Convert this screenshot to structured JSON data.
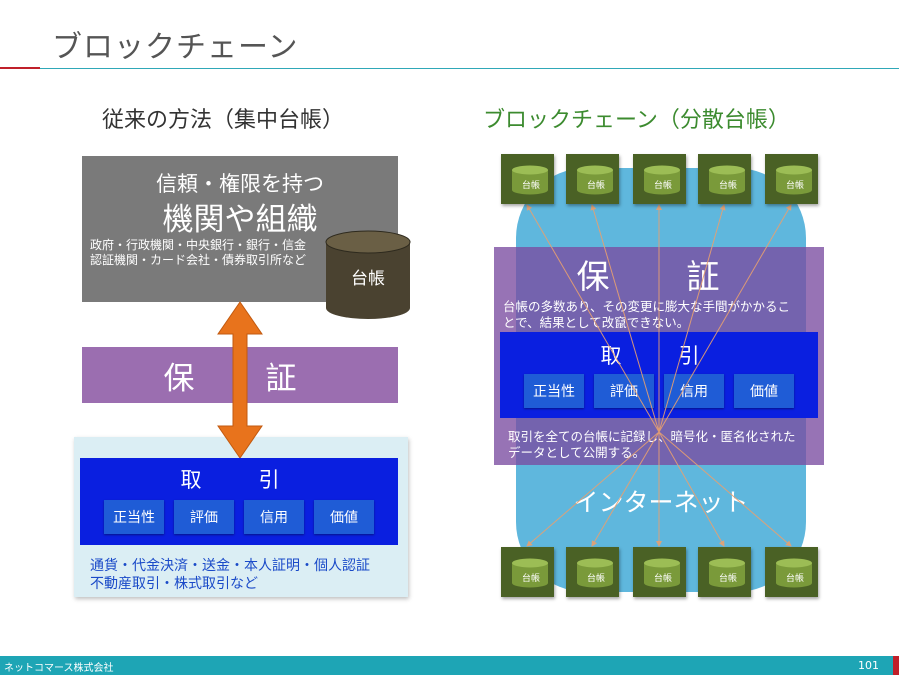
{
  "title": "ブロックチェーン",
  "left": {
    "heading": "従来の方法（集中台帳）",
    "authority": {
      "line1": "信頼・権限を持つ",
      "line2": "機関や組織",
      "line3": "政府・行政機関・中央銀行・銀行・信金",
      "line4": "認証機関・カード会社・債券取引所など"
    },
    "ledger_label": "台帳",
    "guarantee": "保　証",
    "transaction": {
      "title": "取　引",
      "items": [
        "正当性",
        "評価",
        "信用",
        "価値"
      ]
    },
    "bottom_line1": "通貨・代金決済・送金・本人証明・個人認証",
    "bottom_line2": "不動産取引・株式取引など"
  },
  "right": {
    "heading": "ブロックチェーン（分散台帳）",
    "ledger_label": "台帳",
    "guarantee": "保　証",
    "guarantee_desc1": "台帳の多数あり、その変更に膨大な手間がかかるこ",
    "guarantee_desc2": "とで、結果として改竄できない。",
    "transaction": {
      "title": "取　引",
      "items": [
        "正当性",
        "評価",
        "信用",
        "価値"
      ]
    },
    "transaction_desc1": "取引を全ての台帳に記録し、暗号化・匿名化された",
    "transaction_desc2": "データとして公開する。",
    "network_label": "インターネット"
  },
  "footer": {
    "company": "ネットコマース株式会社",
    "page_number": "101"
  },
  "colors": {
    "accent": "#1ea5b5",
    "left_heading": "#333333",
    "right_heading": "#3c8b2f",
    "transaction_box": "#0a1fe0",
    "guarantee": "#9b6eb0",
    "ledger": "#4a6125",
    "arrow": "#e8731c",
    "network": "#5fb7dd"
  }
}
